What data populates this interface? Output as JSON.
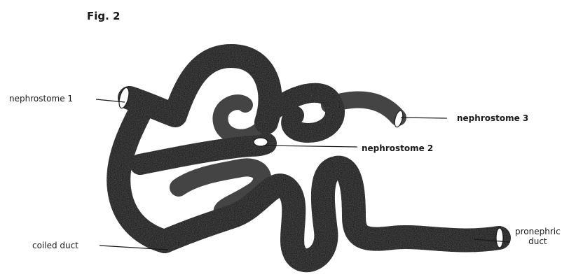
{
  "figure": {
    "title": "Fig. 2",
    "labels": {
      "nephrostome_1": "nephrostome 1",
      "nephrostome_2": "nephrostome 2",
      "nephrostome_3": "nephrostome 3",
      "coiled_duct": "coiled duct",
      "pronephric_line1": "pronephric",
      "pronephric_line2": "duct"
    }
  }
}
